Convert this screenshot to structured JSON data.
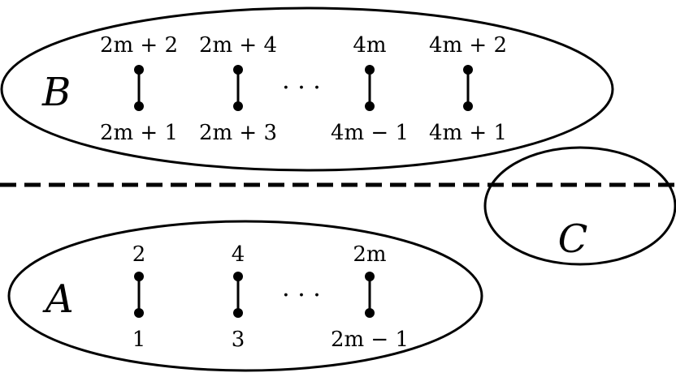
{
  "sets": {
    "A": "A",
    "B": "B",
    "C": "C"
  },
  "groupB": {
    "pairs": [
      {
        "top": "2m + 2",
        "bottom": "2m + 1"
      },
      {
        "top": "2m + 4",
        "bottom": "2m + 3"
      },
      {
        "top": "4m",
        "bottom": "4m − 1"
      },
      {
        "top": "4m + 2",
        "bottom": "4m + 1"
      }
    ],
    "ellipsis": "· · ·"
  },
  "groupA": {
    "pairs": [
      {
        "top": "2",
        "bottom": "1"
      },
      {
        "top": "4",
        "bottom": "3"
      },
      {
        "top": "2m",
        "bottom": "2m − 1"
      }
    ],
    "ellipsis": "· · ·"
  },
  "colors": {
    "stroke": "#000000",
    "background": "#ffffff"
  }
}
